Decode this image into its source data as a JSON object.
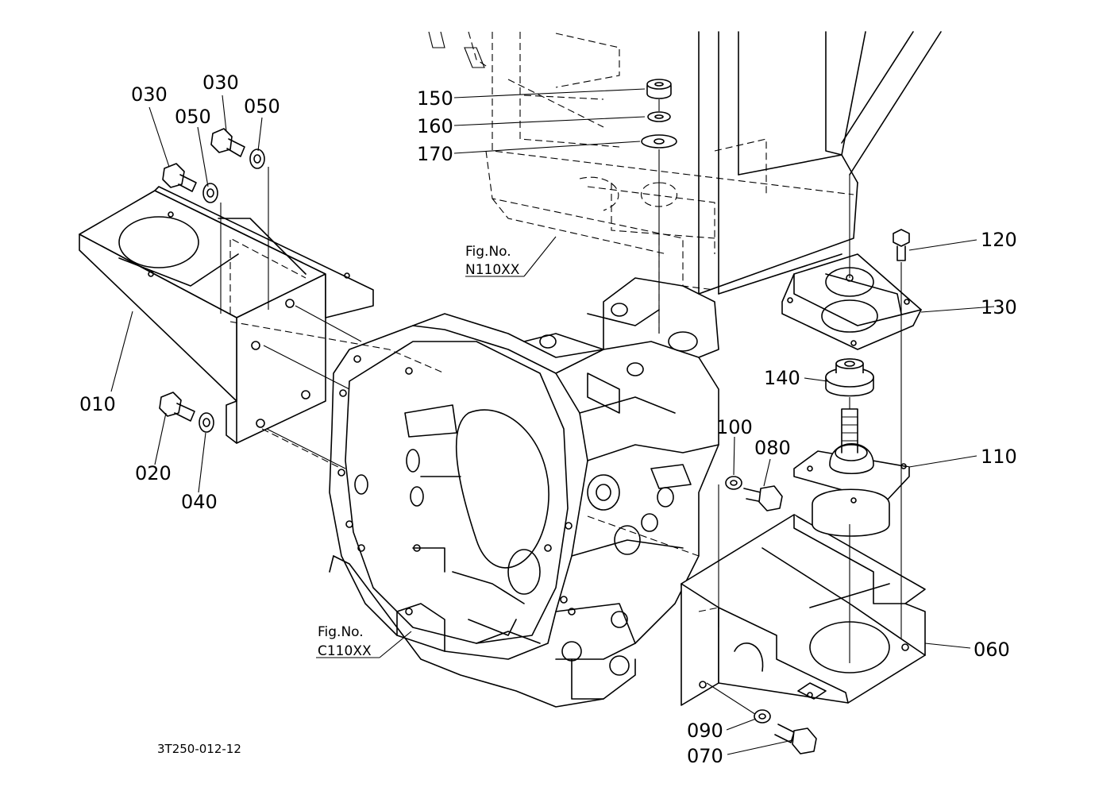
{
  "parts": [
    {
      "id": "p010",
      "label": "010"
    },
    {
      "id": "p020",
      "label": "020"
    },
    {
      "id": "p030a",
      "label": "030"
    },
    {
      "id": "p030b",
      "label": "030"
    },
    {
      "id": "p040",
      "label": "040"
    },
    {
      "id": "p050a",
      "label": "050"
    },
    {
      "id": "p050b",
      "label": "050"
    },
    {
      "id": "p060",
      "label": "060"
    },
    {
      "id": "p070",
      "label": "070"
    },
    {
      "id": "p080",
      "label": "080"
    },
    {
      "id": "p090",
      "label": "090"
    },
    {
      "id": "p100",
      "label": "100"
    },
    {
      "id": "p110",
      "label": "110"
    },
    {
      "id": "p120",
      "label": "120"
    },
    {
      "id": "p130",
      "label": "130"
    },
    {
      "id": "p140",
      "label": "140"
    },
    {
      "id": "p150",
      "label": "150"
    },
    {
      "id": "p160",
      "label": "160"
    },
    {
      "id": "p170",
      "label": "170"
    }
  ],
  "references": [
    {
      "id": "ref_n",
      "line1": "Fig.No.",
      "line2": "N110XX"
    },
    {
      "id": "ref_c",
      "line1": "Fig.No.",
      "line2": "C110XX"
    }
  ],
  "drawing_code": "3T250-012-12"
}
